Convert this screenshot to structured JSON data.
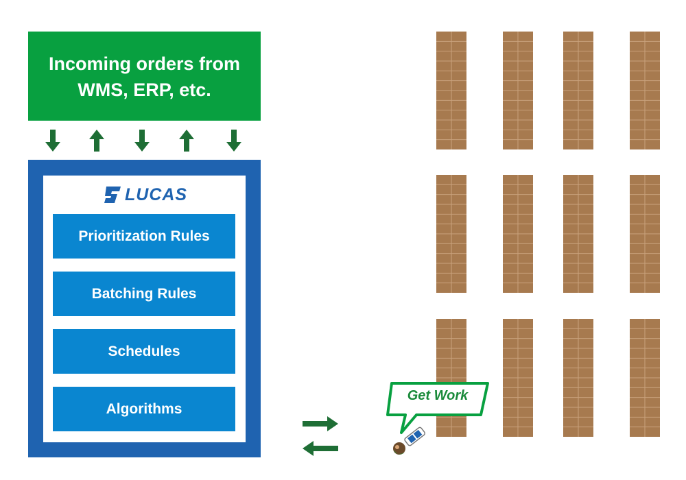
{
  "orders_box": {
    "line1": "Incoming orders from",
    "line2": "WMS, ERP, etc."
  },
  "logo": {
    "text": "LUCAS"
  },
  "rules": [
    {
      "label": "Prioritization Rules"
    },
    {
      "label": "Batching Rules"
    },
    {
      "label": "Schedules"
    },
    {
      "label": "Algorithms"
    }
  ],
  "callout": {
    "label": "Get Work"
  },
  "colors": {
    "green": "#08a040",
    "dark_green": "#1e6e35",
    "blue_frame": "#1f63b0",
    "blue_box": "#0a86d0",
    "shelf": "#a77a4f"
  },
  "arrows_vertical": [
    "down",
    "up",
    "down",
    "up",
    "down"
  ],
  "icons": [
    "lucas-logo-icon",
    "worker-icon",
    "mobile-device-icon"
  ]
}
